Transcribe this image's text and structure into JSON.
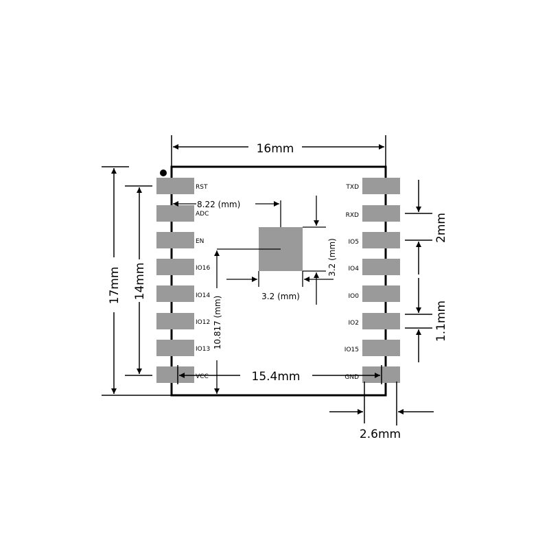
{
  "pins_left": [
    "RST",
    "ADC",
    "EN",
    "IO16",
    "IO14",
    "IO12",
    "IO13",
    "VCC"
  ],
  "pins_right": [
    "TXD",
    "RXD",
    "IO5",
    "IO4",
    "IO0",
    "IO2",
    "IO15",
    "GND"
  ],
  "dimensions": {
    "width": "16mm",
    "height_total": "17mm",
    "height_pins": "14mm",
    "pin_span": "15.4mm",
    "pitch": "2mm",
    "pad_width": "1.1mm",
    "pad_offset": "2.6mm",
    "center_pad_x": "8.22 (mm)",
    "center_pad_y": "10.817 (mm)",
    "center_pad_w": "3.2 (mm)",
    "center_pad_h": "3.2 (mm)"
  },
  "colors": {
    "outline": "#000000",
    "pad": "#9a9a9a"
  }
}
